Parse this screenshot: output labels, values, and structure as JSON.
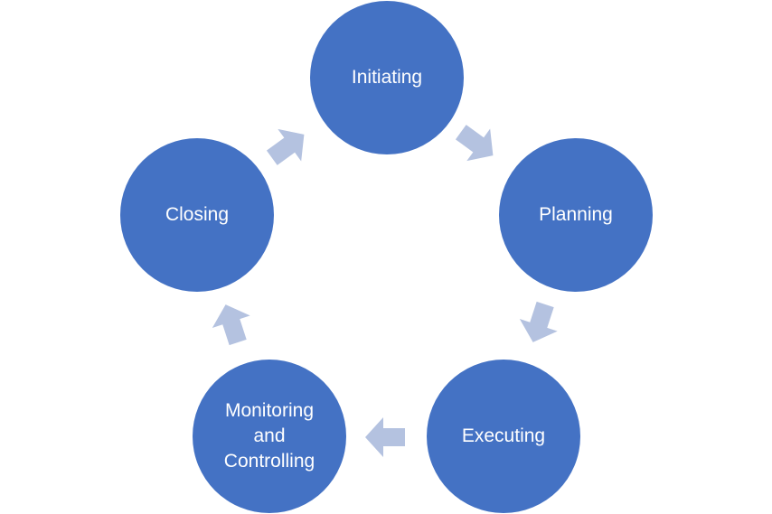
{
  "diagram": {
    "colors": {
      "node_fill": "#4472c4",
      "arrow_fill": "#b4c2e0",
      "text": "#ffffff"
    },
    "stages": [
      {
        "label": "Initiating"
      },
      {
        "label": "Planning"
      },
      {
        "label": "Executing"
      },
      {
        "label": "Monitoring\nand\nControlling"
      },
      {
        "label": "Closing"
      }
    ]
  }
}
